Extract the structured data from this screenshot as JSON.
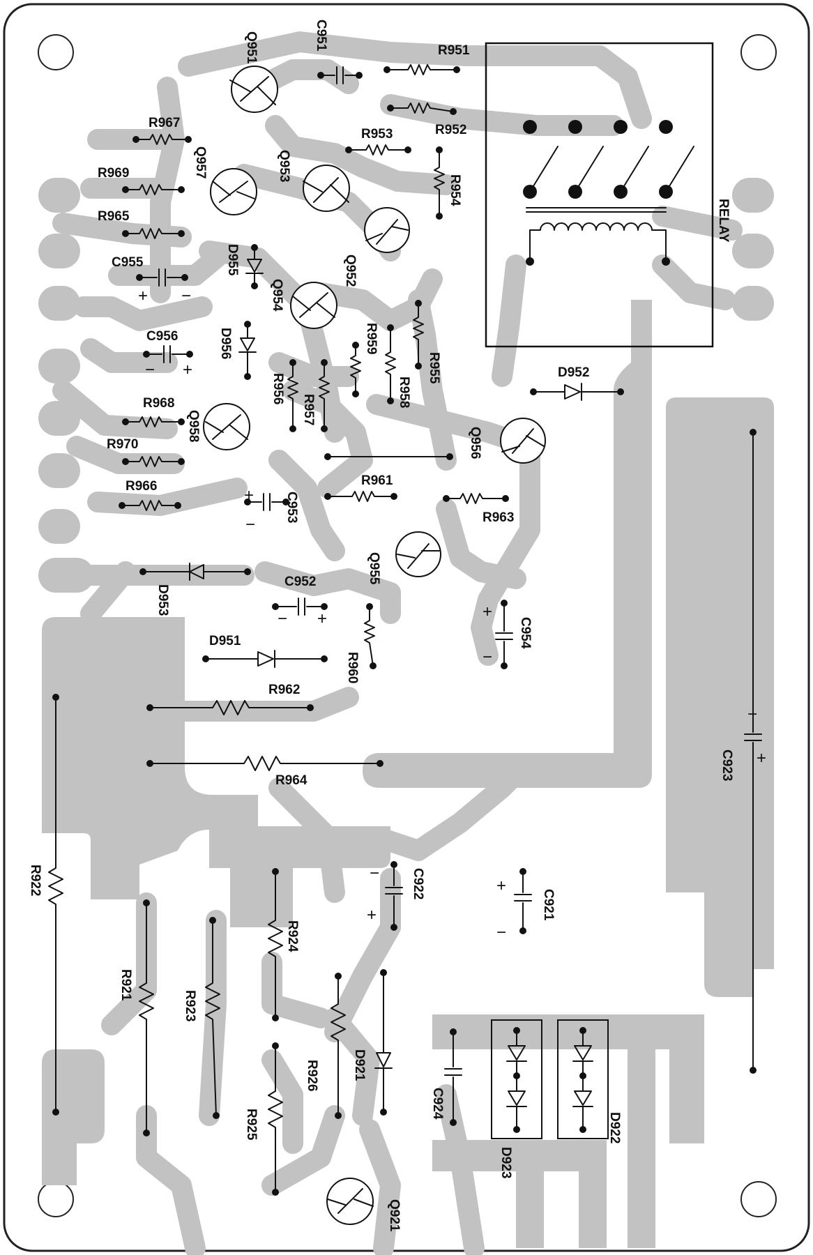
{
  "labels": {
    "relay": "RELAY",
    "resistors": [
      "R951",
      "R952",
      "R953",
      "R954",
      "R955",
      "R956",
      "R957",
      "R958",
      "R959",
      "R960",
      "R961",
      "R962",
      "R963",
      "R964",
      "R965",
      "R966",
      "R967",
      "R968",
      "R969",
      "R970",
      "R921",
      "R922",
      "R923",
      "R924",
      "R925",
      "R926"
    ],
    "capacitors": [
      "C951",
      "C952",
      "C953",
      "C954",
      "C955",
      "C956",
      "C921",
      "C922",
      "C923",
      "C924"
    ],
    "transistors": [
      "Q951",
      "Q952",
      "Q953",
      "Q954",
      "Q955",
      "Q956",
      "Q957",
      "Q958",
      "Q921"
    ],
    "diodes": [
      "D951",
      "D952",
      "D953",
      "D955",
      "D956",
      "D921",
      "D922",
      "D923"
    ]
  },
  "polarity": {
    "plus": "+",
    "minus": "−"
  },
  "colors": {
    "board": "#ffffff",
    "copper": "#c2c2c2",
    "ink": "#111111"
  }
}
